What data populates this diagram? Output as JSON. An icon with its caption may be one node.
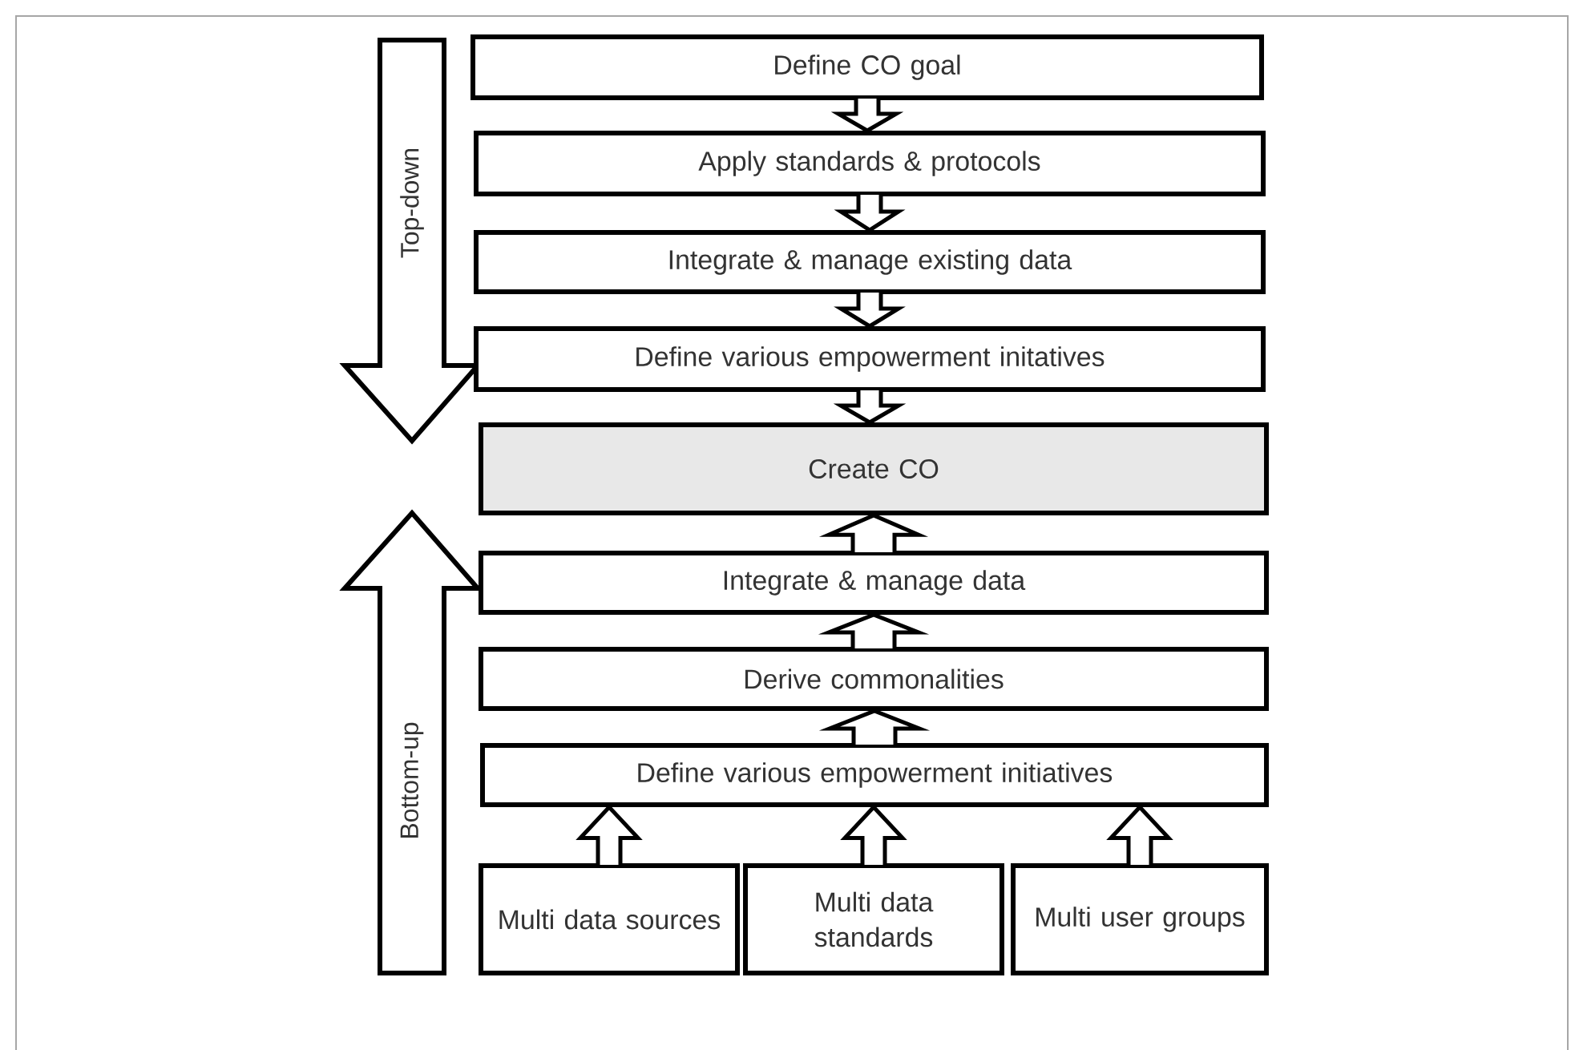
{
  "diagram": {
    "nodes": [
      {
        "text": [
          "Top-down"
        ]
      },
      {
        "text": [
          "Define CO goal"
        ]
      },
      {
        "text": [
          "Apply standards & protocols"
        ]
      },
      {
        "text": [
          "Integrate & manage existing data"
        ]
      },
      {
        "text": [
          "Define  various empowerment initatives"
        ]
      },
      {
        "text": [
          "Create CO"
        ]
      },
      {
        "text": [
          "Bottom-up"
        ]
      },
      {
        "text": [
          "Integrate & manage data"
        ]
      },
      {
        "text": [
          "Derive commonalities"
        ]
      },
      {
        "text": [
          "Define  various empowerment initiatives"
        ]
      },
      {
        "text": [
          "Multi data sources"
        ]
      },
      {
        "text": [
          "Multi data standards"
        ]
      },
      {
        "text": [
          "Multi user groups"
        ]
      }
    ],
    "edges": [
      {
        "from": 1,
        "to": 2,
        "arrow": "to"
      },
      {
        "from": 2,
        "to": 3,
        "arrow": "to"
      },
      {
        "from": 3,
        "to": 4,
        "arrow": "to"
      },
      {
        "from": 4,
        "to": 5,
        "arrow": "to"
      },
      {
        "from": 7,
        "to": 5,
        "arrow": "to"
      },
      {
        "from": 8,
        "to": 7,
        "arrow": "to"
      },
      {
        "from": 9,
        "to": 8,
        "arrow": "to"
      },
      {
        "from": 10,
        "to": 9,
        "arrow": "to"
      },
      {
        "from": 11,
        "to": 9,
        "arrow": "to"
      },
      {
        "from": 12,
        "to": 9,
        "arrow": "to"
      }
    ]
  }
}
